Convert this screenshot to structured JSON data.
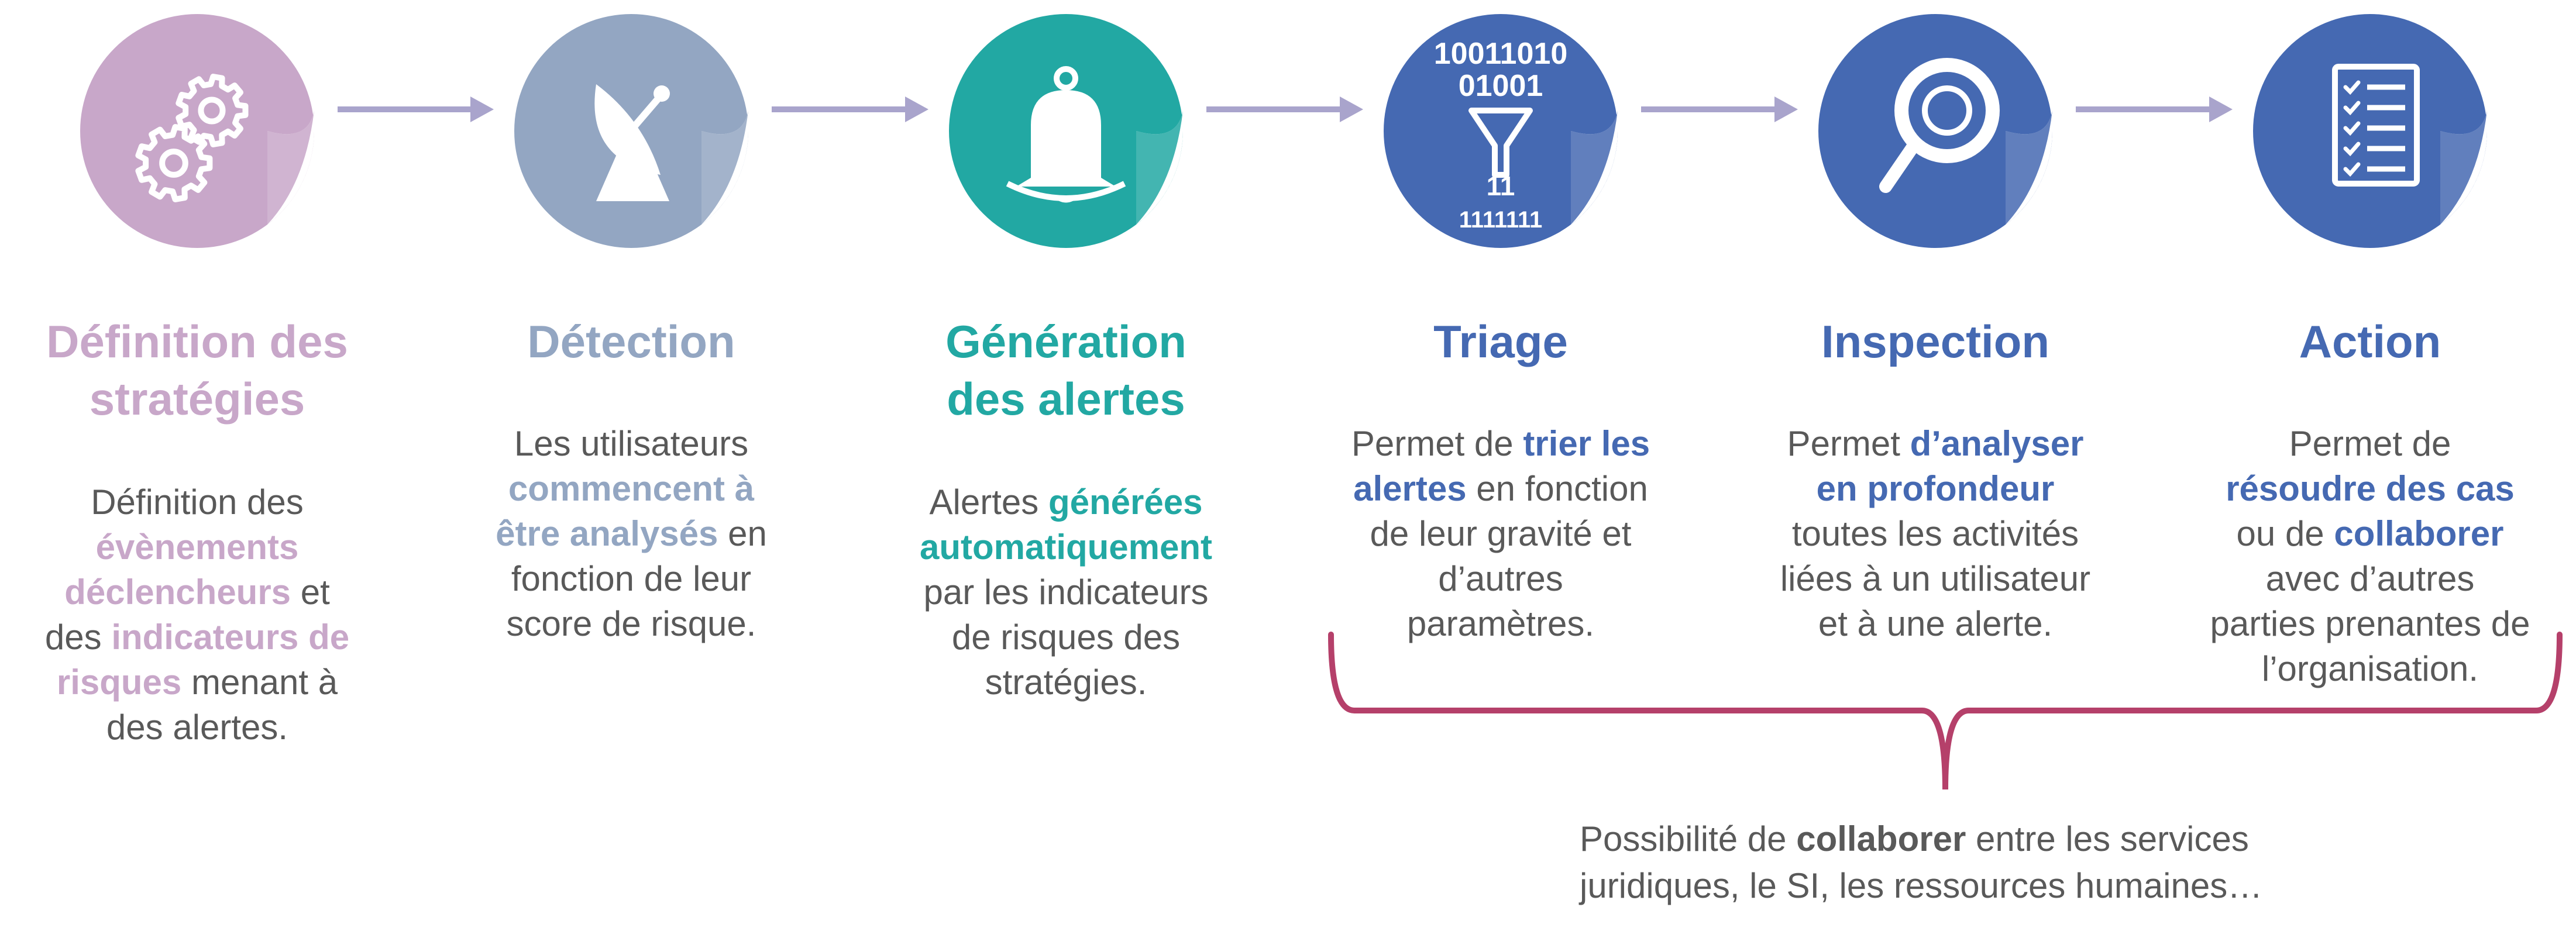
{
  "steps": [
    {
      "id": "strategies",
      "color": "#c8a7c9",
      "icon": "gears-icon",
      "title_lines": [
        "Définition des",
        "stratégies"
      ],
      "desc_lines": [
        [
          {
            "t": "Définition des"
          }
        ],
        [
          {
            "t": "évènements",
            "b": true
          }
        ],
        [
          {
            "t": "déclencheurs",
            "b": true
          },
          {
            "t": " et"
          }
        ],
        [
          {
            "t": "des "
          },
          {
            "t": "indicateurs de",
            "b": true
          }
        ],
        [
          {
            "t": "risques",
            "b": true
          },
          {
            "t": " menant à"
          }
        ],
        [
          {
            "t": "des alertes."
          }
        ]
      ]
    },
    {
      "id": "detection",
      "color": "#93a6c2",
      "icon": "satellite-dish-icon",
      "title_lines": [
        "Détection"
      ],
      "desc_lines": [
        [
          {
            "t": "Les utilisateurs"
          }
        ],
        [
          {
            "t": "commencent à",
            "b": true
          }
        ],
        [
          {
            "t": "être analysés",
            "b": true
          },
          {
            "t": " en"
          }
        ],
        [
          {
            "t": "fonction de leur"
          }
        ],
        [
          {
            "t": "score de risque."
          }
        ]
      ]
    },
    {
      "id": "alertes",
      "color": "#22a8a3",
      "icon": "bell-icon",
      "title_lines": [
        "Génération",
        "des alertes"
      ],
      "desc_lines": [
        [
          {
            "t": "Alertes "
          },
          {
            "t": "générées",
            "b": true
          }
        ],
        [
          {
            "t": "automatiquement",
            "b": true
          }
        ],
        [
          {
            "t": "par les indicateurs"
          }
        ],
        [
          {
            "t": "de risques des"
          }
        ],
        [
          {
            "t": "stratégies."
          }
        ]
      ]
    },
    {
      "id": "triage",
      "color": "#4569b2",
      "icon": "binary-filter-icon",
      "icon_text": [
        "10011010",
        "01001",
        "11",
        "1111111"
      ],
      "title_lines": [
        "Triage"
      ],
      "desc_lines": [
        [
          {
            "t": "Permet de "
          },
          {
            "t": "trier les",
            "b": true
          }
        ],
        [
          {
            "t": "alertes",
            "b": true
          },
          {
            "t": " en fonction"
          }
        ],
        [
          {
            "t": "de leur gravité et"
          }
        ],
        [
          {
            "t": "d’autres"
          }
        ],
        [
          {
            "t": "paramètres."
          }
        ]
      ]
    },
    {
      "id": "inspection",
      "color": "#4569b2",
      "icon": "magnifier-icon",
      "title_lines": [
        "Inspection"
      ],
      "desc_lines": [
        [
          {
            "t": "Permet "
          },
          {
            "t": "d’analyser",
            "b": true
          }
        ],
        [
          {
            "t": "en profondeur",
            "b": true
          }
        ],
        [
          {
            "t": "toutes les activités"
          }
        ],
        [
          {
            "t": "liées à un utilisateur"
          }
        ],
        [
          {
            "t": "et à une alerte."
          }
        ]
      ]
    },
    {
      "id": "action",
      "color": "#4569b2",
      "icon": "checklist-icon",
      "title_lines": [
        "Action"
      ],
      "desc_lines": [
        [
          {
            "t": "Permet de"
          }
        ],
        [
          {
            "t": "résoudre des cas",
            "b": true
          }
        ],
        [
          {
            "t": "ou de "
          },
          {
            "t": "collaborer",
            "b": true
          }
        ],
        [
          {
            "t": "avec d’autres"
          }
        ],
        [
          {
            "t": "parties prenantes de"
          }
        ],
        [
          {
            "t": "l’organisation."
          }
        ]
      ]
    }
  ],
  "arrow_color": "#a9a4cc",
  "brace_color": "#b5406a",
  "note": {
    "lines": [
      [
        {
          "t": "Possibilité de "
        },
        {
          "t": "collaborer",
          "b": true
        },
        {
          "t": " entre les services"
        }
      ],
      [
        {
          "t": "juridiques, le SI, les ressources humaines…"
        }
      ]
    ]
  }
}
